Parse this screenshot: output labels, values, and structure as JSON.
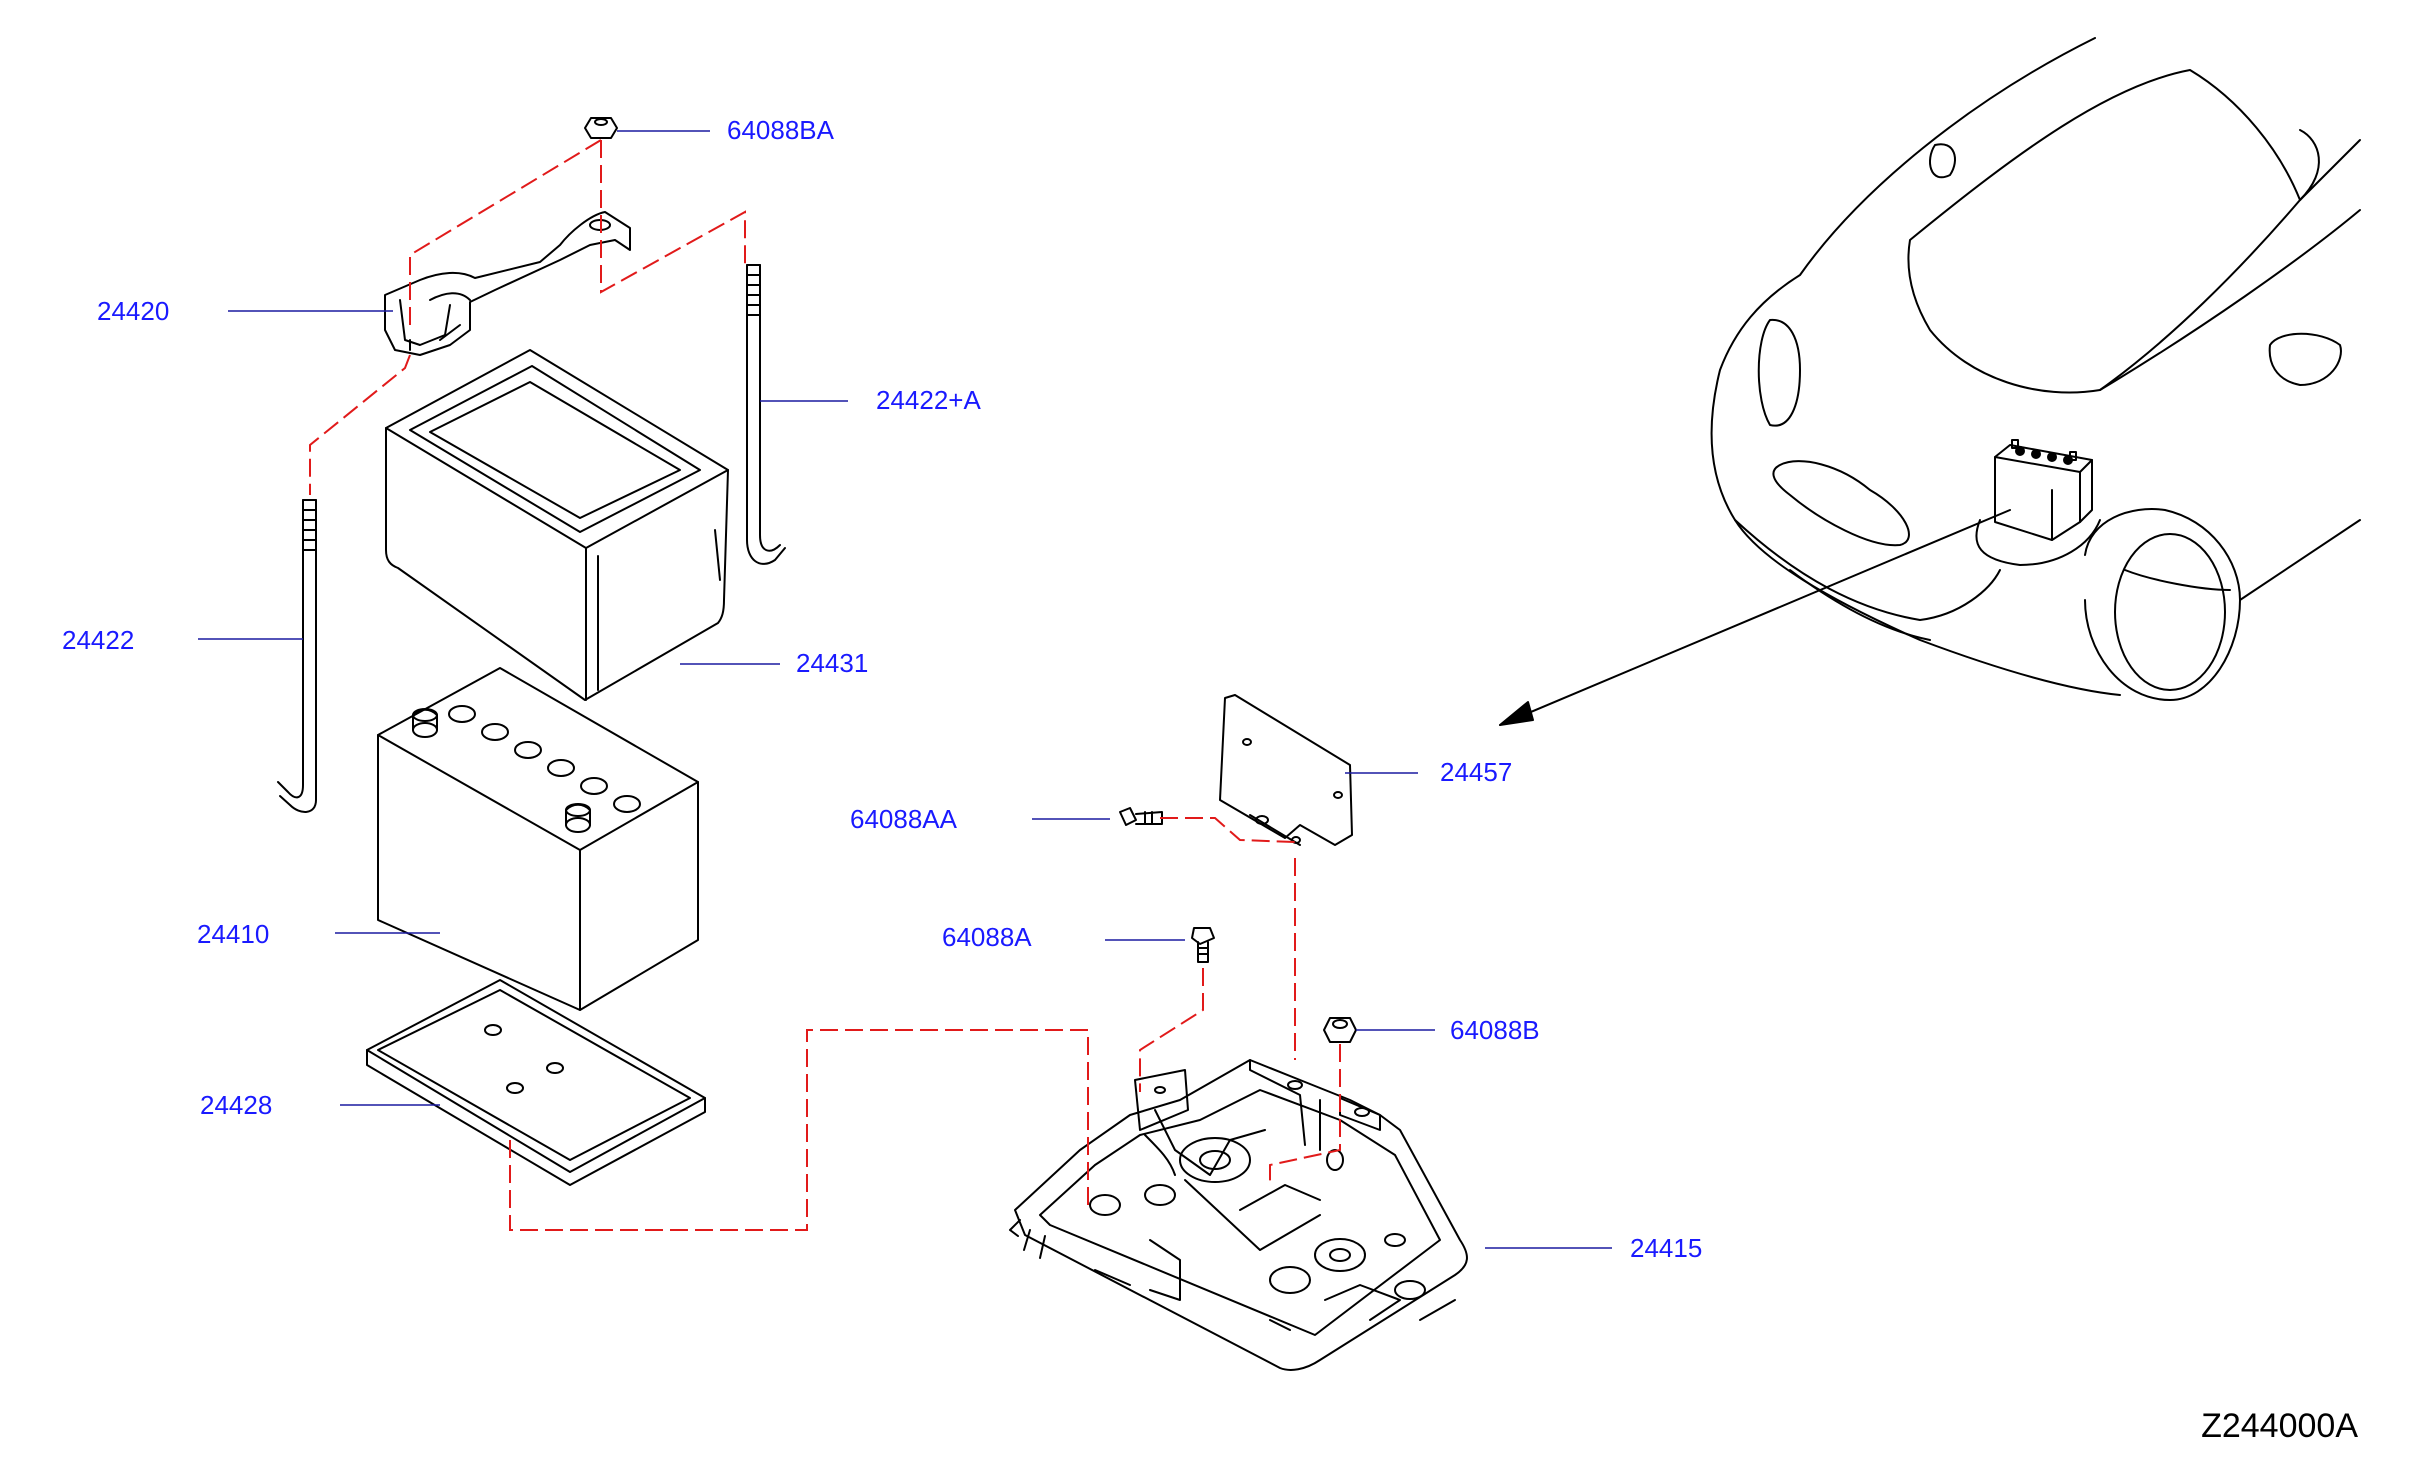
{
  "colors": {
    "callout_text": "#1a1aff",
    "leader_line": "#1a1aa0",
    "dash_line": "#e11a1a",
    "drawing": "#000000"
  },
  "parts": [
    {
      "id": "p1",
      "number": "64088BA"
    },
    {
      "id": "p2",
      "number": "24420"
    },
    {
      "id": "p3",
      "number": "24422+A"
    },
    {
      "id": "p4",
      "number": "24422"
    },
    {
      "id": "p5",
      "number": "24431"
    },
    {
      "id": "p6",
      "number": "24410"
    },
    {
      "id": "p7",
      "number": "24428"
    },
    {
      "id": "p8",
      "number": "24457"
    },
    {
      "id": "p9",
      "number": "64088AA"
    },
    {
      "id": "p10",
      "number": "64088A"
    },
    {
      "id": "p11",
      "number": "64088B"
    },
    {
      "id": "p12",
      "number": "24415"
    }
  ],
  "diagram_code": "Z244000A"
}
